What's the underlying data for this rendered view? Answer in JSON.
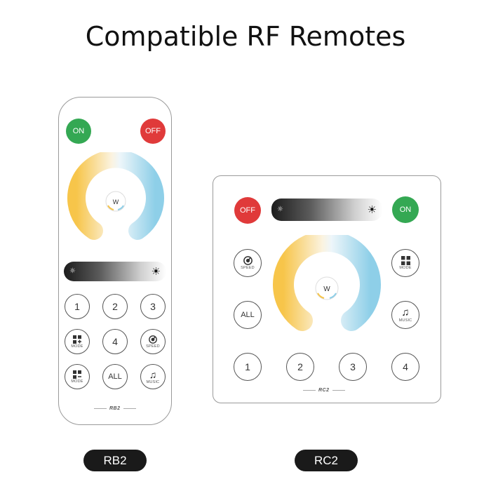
{
  "title": "Compatible RF Remotes",
  "colors": {
    "on": "#34a853",
    "off": "#e03a3a",
    "warm": "#f7c54a",
    "cool": "#8ecfe8",
    "caption_bg": "#1a1a1a"
  },
  "rb2": {
    "on_label": "ON",
    "off_label": "OFF",
    "wheel_center": "W",
    "buttons": {
      "b1": "1",
      "b2": "2",
      "b3": "3",
      "b4": "4",
      "all": "ALL",
      "mode_plus_sub": "MODE",
      "speed_sub": "SPEED",
      "mode_minus_sub": "MODE",
      "music_sub": "MUSIC"
    },
    "model": "RB2",
    "caption": "RB2"
  },
  "rc2": {
    "on_label": "ON",
    "off_label": "OFF",
    "wheel_center": "W",
    "buttons": {
      "speed_sub": "SPEED",
      "mode_sub": "MODE",
      "all": "ALL",
      "music_sub": "MUSIC",
      "b1": "1",
      "b2": "2",
      "b3": "3",
      "b4": "4"
    },
    "model": "RC2",
    "caption": "RC2"
  },
  "icons": {
    "brightness_low": "sun-small-icon",
    "brightness_high": "sun-large-icon",
    "mode_plus": "grid-plus-icon",
    "mode_minus": "grid-minus-icon",
    "mode": "grid-icon",
    "speed": "speed-dial-icon",
    "music": "music-note-icon"
  }
}
